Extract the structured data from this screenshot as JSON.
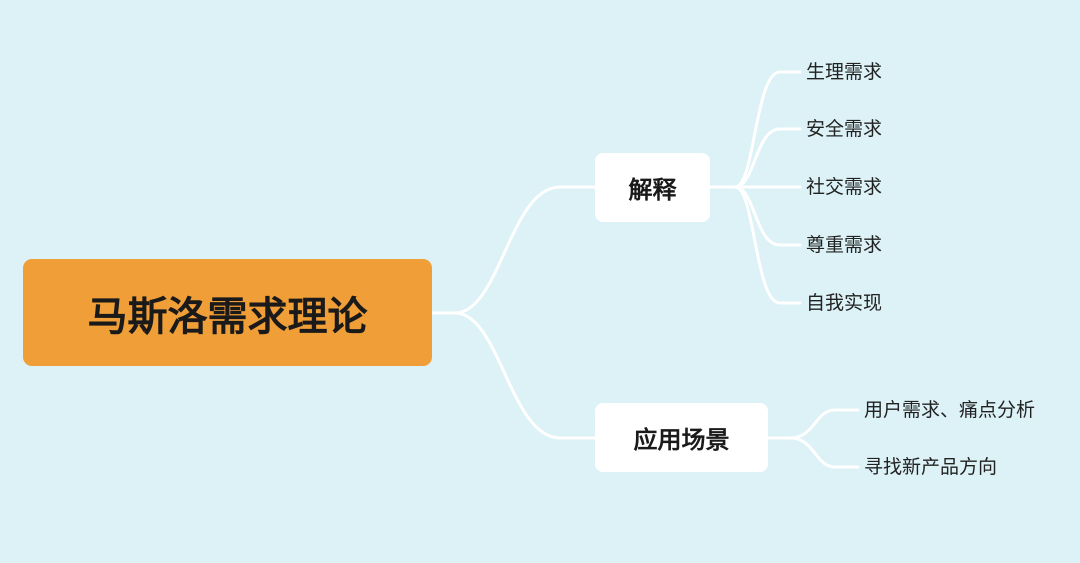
{
  "root": {
    "label": "马斯洛需求理论"
  },
  "branches": [
    {
      "label": "解释",
      "children": [
        "生理需求",
        "安全需求",
        "社交需求",
        "尊重需求",
        "自我实现"
      ]
    },
    {
      "label": "应用场景",
      "children": [
        "用户需求、痛点分析",
        "寻找新产品方向"
      ]
    }
  ],
  "colors": {
    "background": "#dcf2f7",
    "root": "#f09e38",
    "node": "#ffffff",
    "link": "#ffffff"
  }
}
